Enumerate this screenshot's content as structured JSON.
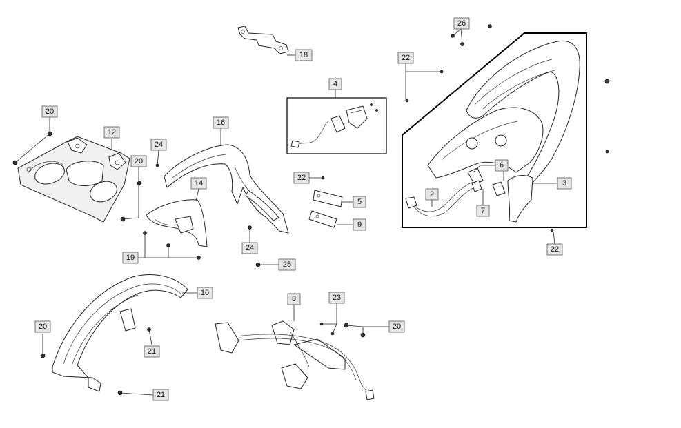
{
  "callouts": [
    {
      "id": "c18",
      "label": "18"
    },
    {
      "id": "c26",
      "label": "26"
    },
    {
      "id": "c22a",
      "label": "22"
    },
    {
      "id": "c4",
      "label": "4"
    },
    {
      "id": "c20a",
      "label": "20"
    },
    {
      "id": "c12",
      "label": "12"
    },
    {
      "id": "c16",
      "label": "16"
    },
    {
      "id": "c24a",
      "label": "24"
    },
    {
      "id": "c20b",
      "label": "20"
    },
    {
      "id": "c14",
      "label": "14"
    },
    {
      "id": "c22b",
      "label": "22"
    },
    {
      "id": "c5",
      "label": "5"
    },
    {
      "id": "c9",
      "label": "9"
    },
    {
      "id": "c6",
      "label": "6"
    },
    {
      "id": "c2",
      "label": "2"
    },
    {
      "id": "c7",
      "label": "7"
    },
    {
      "id": "c3",
      "label": "3"
    },
    {
      "id": "c22c",
      "label": "22"
    },
    {
      "id": "c24b",
      "label": "24"
    },
    {
      "id": "c19",
      "label": "19"
    },
    {
      "id": "c25",
      "label": "25"
    },
    {
      "id": "c10",
      "label": "10"
    },
    {
      "id": "c8",
      "label": "8"
    },
    {
      "id": "c23",
      "label": "23"
    },
    {
      "id": "c20c",
      "label": "20"
    },
    {
      "id": "c20d",
      "label": "20"
    },
    {
      "id": "c21a",
      "label": "21"
    },
    {
      "id": "c21b",
      "label": "21"
    }
  ]
}
